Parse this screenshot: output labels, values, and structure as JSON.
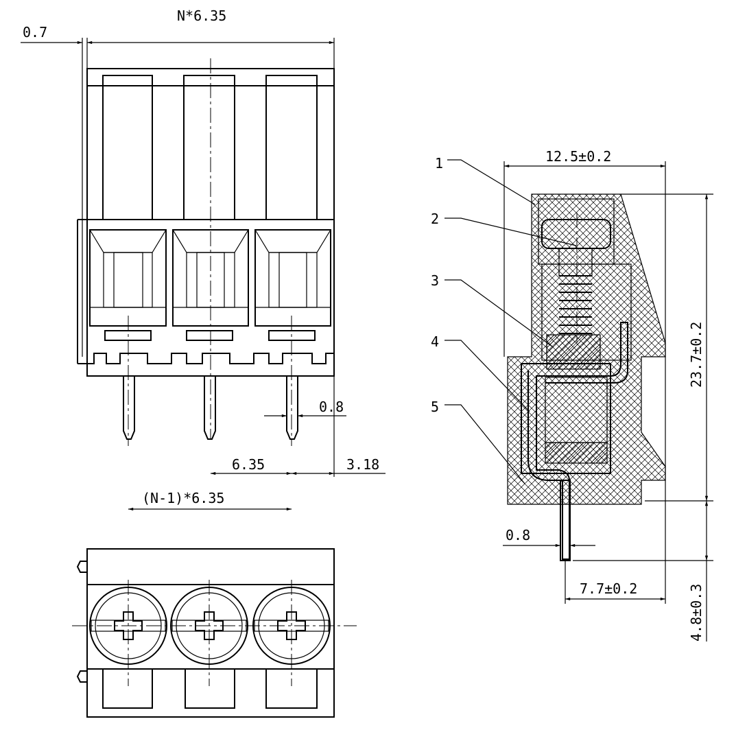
{
  "front_view": {
    "dim_offset": "0.7",
    "dim_width": "N*6.35",
    "dim_pin": "0.8",
    "dim_pitch": "6.35",
    "dim_edge": "3.18",
    "dim_span": "(N-1)*6.35"
  },
  "side_view": {
    "dim_depth": "12.5±0.2",
    "dim_height": "23.7±0.2",
    "dim_pin": "0.8",
    "dim_pin_pos": "7.7±0.2",
    "dim_pin_len": "4.8±0.3",
    "callouts": [
      "1",
      "2",
      "3",
      "4",
      "5"
    ]
  }
}
